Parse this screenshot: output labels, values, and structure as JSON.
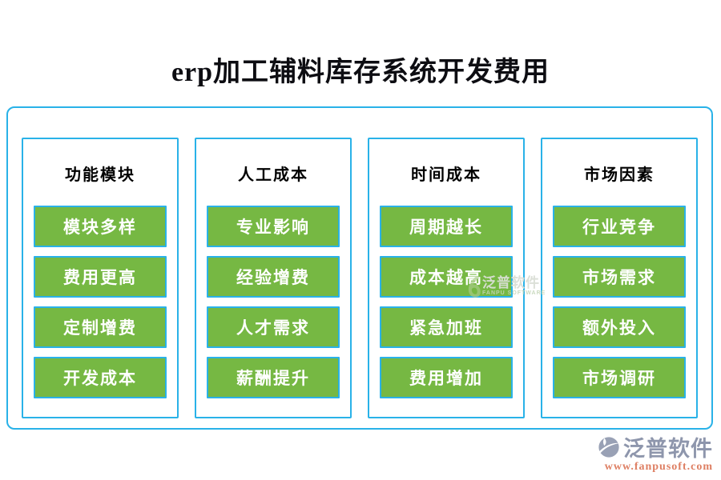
{
  "title": "erp加工辅料库存系统开发费用",
  "colors": {
    "accent_border": "#29b2e8",
    "button_background": "#76b843",
    "button_text": "#ffffff",
    "header_text": "#000000",
    "title_text": "#0d0d12",
    "logo_text": "#8e96ac",
    "logo_url_text": "#de7f63"
  },
  "columns": [
    {
      "header": "功能模块",
      "items": [
        "模块多样",
        "费用更高",
        "定制增费",
        "开发成本"
      ]
    },
    {
      "header": "人工成本",
      "items": [
        "专业影响",
        "经验增费",
        "人才需求",
        "薪酬提升"
      ]
    },
    {
      "header": "时间成本",
      "items": [
        "周期越长",
        "成本越高",
        "紧急加班",
        "费用增加"
      ]
    },
    {
      "header": "市场因素",
      "items": [
        "行业竞争",
        "市场需求",
        "额外投入",
        "市场调研"
      ]
    }
  ],
  "watermark": {
    "name": "泛普软件",
    "subtitle": "FANPU SOFTWARE"
  },
  "footer_logo": {
    "name": "泛普软件",
    "url": "www.fanpusoft.com"
  }
}
